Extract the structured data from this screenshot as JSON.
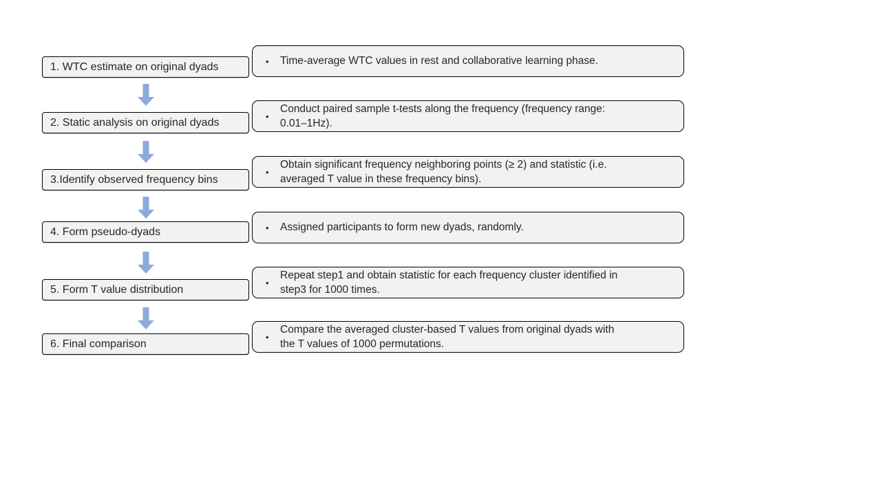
{
  "bullet_char": "•",
  "colors": {
    "background": "#ffffff",
    "box_fill": "#f2f2f2",
    "box_border": "#000000",
    "arrow_fill": "#8eaadb",
    "text": "#262626"
  },
  "steps": [
    {
      "label": "1. WTC estimate on original dyads",
      "detail_lines": [
        "Time-average WTC values in rest and collaborative learning phase."
      ]
    },
    {
      "label": "2. Static analysis on original dyads",
      "detail_lines": [
        "Conduct paired sample t-tests along the frequency (frequency range:",
        "0.01–1Hz)."
      ]
    },
    {
      "label": "3.Identify observed frequency bins",
      "detail_lines": [
        "Obtain significant frequency neighboring points (≥ 2) and statistic (i.e.",
        "averaged T value in these frequency bins)."
      ]
    },
    {
      "label": "4. Form pseudo-dyads",
      "detail_lines": [
        "Assigned participants to form new dyads, randomly."
      ]
    },
    {
      "label": "5. Form T value distribution",
      "detail_lines": [
        "Repeat step1 and obtain statistic for each frequency cluster identified in",
        "step3 for 1000 times."
      ]
    },
    {
      "label": "6. Final comparison",
      "detail_lines": [
        "Compare the averaged cluster-based T values from original dyads with",
        "the T values of 1000 permutations."
      ]
    }
  ]
}
